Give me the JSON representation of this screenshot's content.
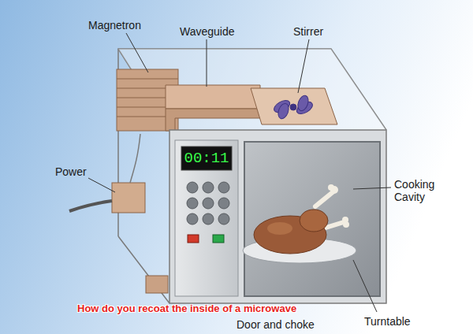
{
  "diagram": {
    "caption": "How do you recoat the inside of a microwave",
    "labels": [
      "Magnetron",
      "Waveguide",
      "Stirrer",
      "Power",
      "00:11",
      "Cooking Cavity",
      "Turntable",
      "Door and choke"
    ]
  }
}
